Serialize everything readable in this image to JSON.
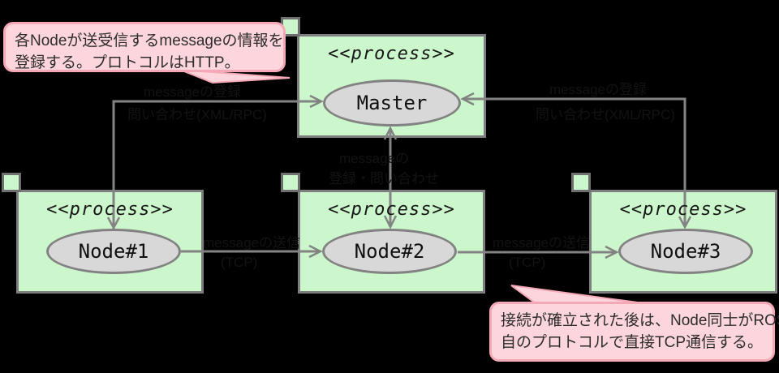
{
  "diagram": {
    "background": "#000000",
    "stereotype": "<<process>>",
    "accent_colors": {
      "process_fill": "#ccf6cc",
      "process_border": "#7e7e7e",
      "ellipse_fill": "#d8d8d8",
      "ellipse_border": "#828282",
      "connector": "#838383",
      "note_fill": "#fcd6dc",
      "note_border": "#f5a9b6"
    },
    "processes": [
      {
        "name": "Master"
      },
      {
        "name": "Node#1"
      },
      {
        "name": "Node#2"
      },
      {
        "name": "Node#3"
      }
    ],
    "notes": [
      {
        "points_to": "Master",
        "lines": [
          "各Nodeが送受信するmessageの情報を",
          "登録する。プロトコルはHTTP。"
        ]
      },
      {
        "points_to": "Node#2-Node#3",
        "lines": [
          "接続が確立された後は、Node同士がROS独",
          "自のプロトコルで直接TCP通信する。"
        ]
      }
    ],
    "connections": [
      {
        "from": "Node#1",
        "to": "Master",
        "bidirectional": true,
        "lines": [
          "messageの登録",
          "問い合わせ(XML/RPC)"
        ]
      },
      {
        "from": "Node#3",
        "to": "Master",
        "bidirectional": true,
        "lines": [
          "messageの登録",
          "問い合わせ(XML/RPC)"
        ]
      },
      {
        "from": "Node#2",
        "to": "Master",
        "bidirectional": true,
        "lines": [
          "messageの",
          "登録・問い合わせ"
        ]
      },
      {
        "from": "Node#1",
        "to": "Node#2",
        "bidirectional": false,
        "lines": [
          "messageの送信",
          "(TCP)"
        ]
      },
      {
        "from": "Node#2",
        "to": "Node#3",
        "bidirectional": false,
        "lines": [
          "messageの送信",
          "(TCP)"
        ]
      }
    ]
  }
}
